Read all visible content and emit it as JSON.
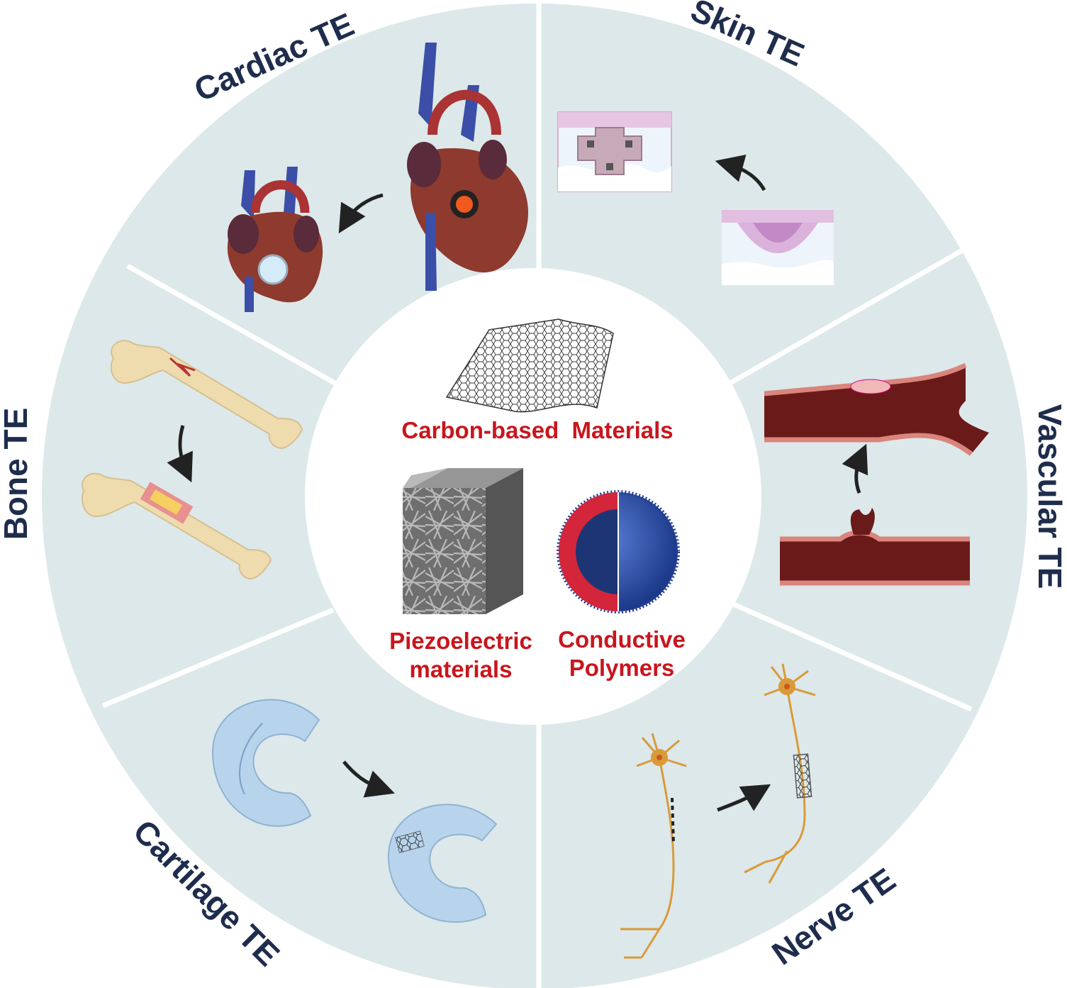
{
  "segments": [
    {
      "id": "cardiac",
      "label": "Cardiac TE"
    },
    {
      "id": "skin",
      "label": "Skin TE"
    },
    {
      "id": "vascular",
      "label": "Vascular TE"
    },
    {
      "id": "nerve",
      "label": "Nerve TE"
    },
    {
      "id": "cartilage",
      "label": "Cartilage TE"
    },
    {
      "id": "bone",
      "label": "Bone TE"
    }
  ],
  "materials": {
    "carbon": "Carbon-based  Materials",
    "piezo_line1": "Piezoelectric",
    "piezo_line2": "materials",
    "conductive_line1": "Conductive",
    "conductive_line2": "Polymers"
  },
  "colors": {
    "ring": "#dde8ea",
    "label": "#1f2d4d",
    "material": "#c8161d",
    "arrow": "#222222",
    "vein": "#3b4fa8",
    "heart": "#8e3a2e",
    "bone": "#eedcae",
    "cartilage": "#b7d4ec",
    "vessel": "#6b1a1a",
    "neuron": "#d99a3a",
    "skin": "#e7c6e4"
  }
}
